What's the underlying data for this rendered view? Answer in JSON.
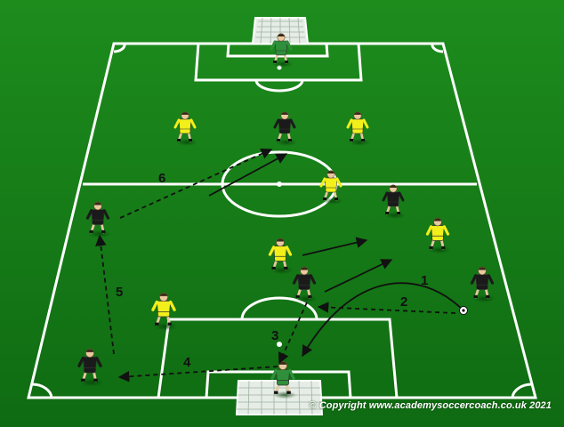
{
  "diagram": {
    "colors": {
      "pitch_top": "#1c8a1c",
      "pitch_bottom": "#0f6a12",
      "lines": "#ffffff",
      "team_yellow": "#f2ef1a",
      "team_black": "#1a1a1a",
      "goalkeeper": "#2f8f3a"
    },
    "labels": [
      "1",
      "2",
      "3",
      "4",
      "5",
      "6"
    ],
    "copyright": "© Copyright www.academysoccercoach.co.uk 2021"
  }
}
